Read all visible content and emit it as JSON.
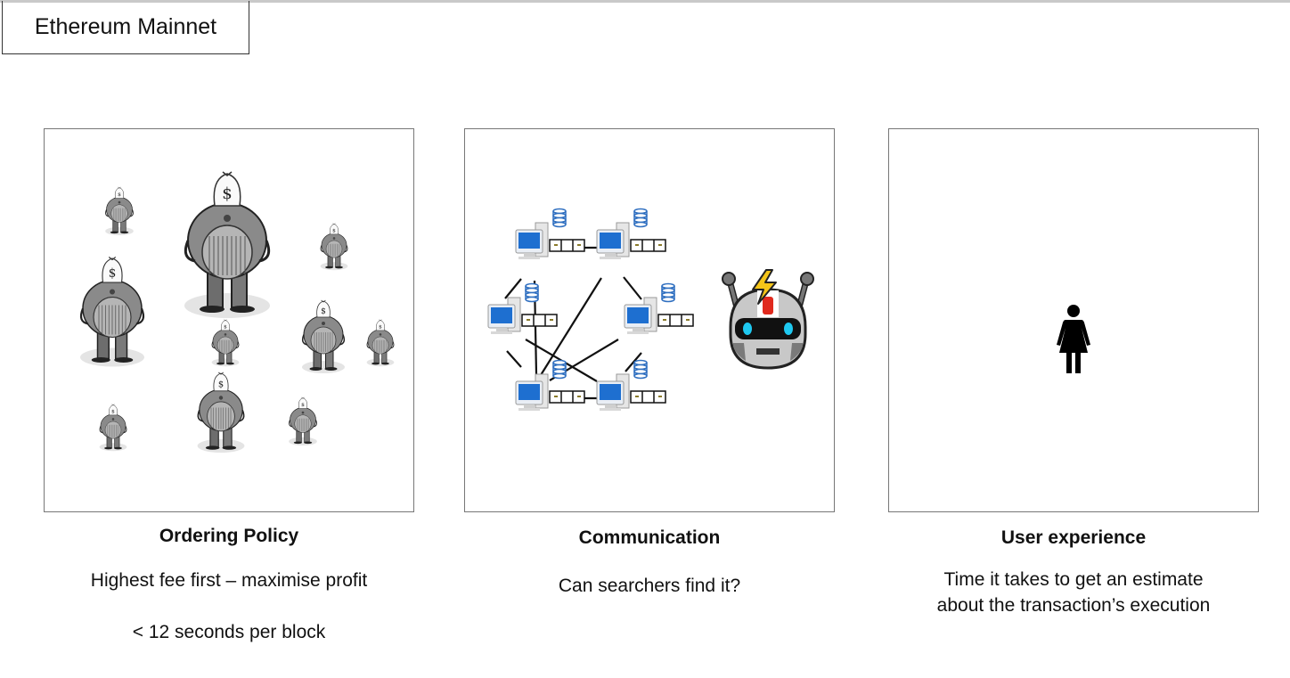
{
  "slide": {
    "title": "Ethereum Mainnet",
    "panels": [
      {
        "id": "ordering-policy",
        "illustration": "money-bag-tycoons-icon",
        "heading": "Ordering Policy",
        "lines": [
          "Highest fee first – maximise profit",
          "< 12 seconds per block"
        ]
      },
      {
        "id": "communication",
        "illustration": "p2p-network-and-bot-icon",
        "heading": "Communication",
        "lines": [
          "Can searchers find it?"
        ]
      },
      {
        "id": "user-experience",
        "illustration": "person-icon",
        "heading": "User experience",
        "lines": [
          "Time it takes to get an estimate",
          "about the transaction’s execution"
        ]
      }
    ]
  },
  "colors": {
    "monitor_blue": "#1e6fd0",
    "db_blue": "#2f6fc0",
    "bot_lightning": "#f5c518",
    "bot_eye": "#1ec8f0",
    "bot_red": "#e02a1e"
  }
}
